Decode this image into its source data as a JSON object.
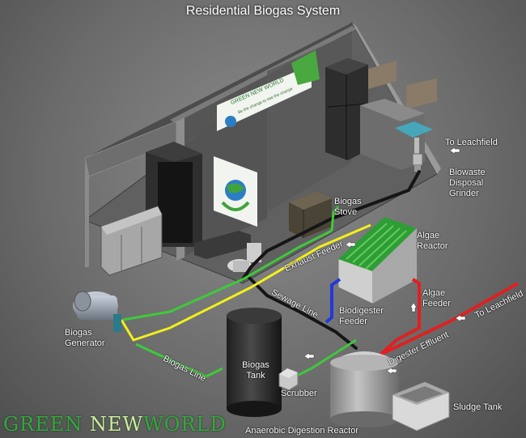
{
  "title": "Residential Biogas System",
  "labels": {
    "to_leachfield_top": "To Leachfield",
    "biowaste_disposal_grinder": "Biowaste Disposal Grinder",
    "biogas_stove": "Biogas Stove",
    "algae_reactor": "Algae Reactor",
    "exhaust_feeder": "Exhaust Feeder",
    "sewage_line": "Sewage Line",
    "biodigester_feeder": "Biodigester Feeder",
    "algae_feeder": "Algae Feeder",
    "to_leachfield_right": "To Leachfield",
    "digester_effluent": "Digester Effluent",
    "biogas_generator": "Biogas Generator",
    "biogas_line": "Biogas Line",
    "biogas_tank": "Biogas Tank",
    "scrubber": "Scrubber",
    "sludge_tank": "Sludge Tank",
    "anaerobic_digestion_reactor": "Anaerobic Digestion Reactor"
  },
  "poster": {
    "brand": "GREEN NEW WORLD",
    "tagline": "Be the change to see the change"
  },
  "watermark": {
    "left": "GREEN",
    "middle": "NEW",
    "right": "WORLD"
  },
  "colors": {
    "exhaust": "#f2f01a",
    "biogas": "#3fc93a",
    "sewage": "#1a1a1a",
    "biodigester_feed": "#2438d8",
    "effluent": "#e02020",
    "algae": "#2fa336"
  }
}
